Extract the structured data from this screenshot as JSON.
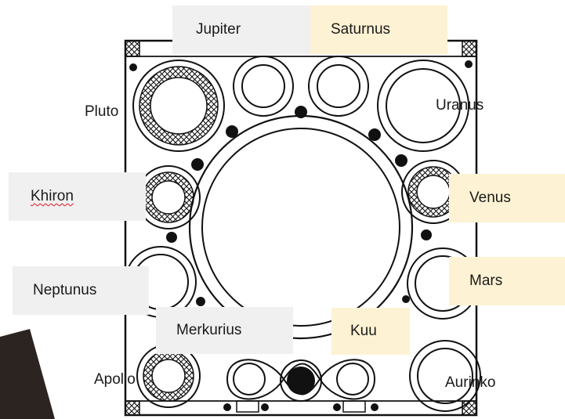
{
  "labels": {
    "jupiter": "Jupiter",
    "saturnus": "Saturnus",
    "pluto": "Pluto",
    "uranus": "Uranus",
    "khiron": "Khiron",
    "venus": "Venus",
    "neptunus": "Neptunus",
    "mars": "Mars",
    "merkurius": "Merkurius",
    "kuu": "Kuu",
    "apollo": "Apollo",
    "aurinko": "Aurinko"
  },
  "colors": {
    "line": "#111111",
    "gray_label_bg": "#f0f0f0",
    "cream_label_bg": "#fdf2d3",
    "spellcheck_underline": "#e0161b"
  }
}
